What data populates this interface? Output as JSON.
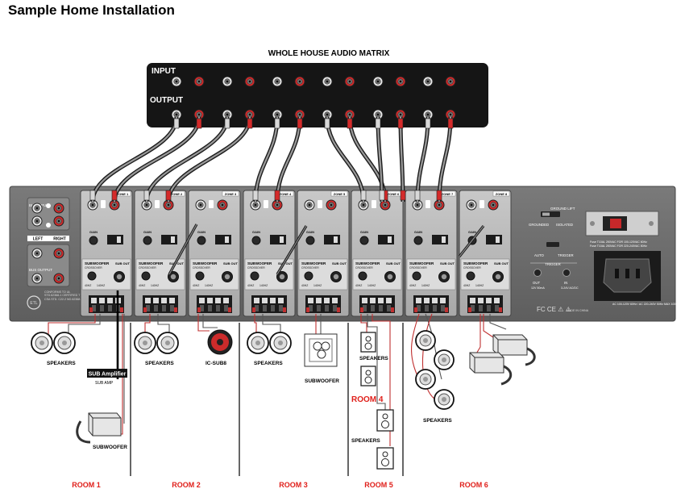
{
  "title": "Sample Home Installation",
  "matrix": {
    "title": "WHOLE HOUSE AUDIO MATRIX",
    "input_label": "INPUT",
    "output_label": "OUTPUT"
  },
  "bus": {
    "bus_input": "BUS INPUT",
    "bus_output": "BUS OUTPUT",
    "left": "LEFT",
    "right": "RIGHT",
    "conforms": "CONFORMS TO UL STD.62368-1 CERTIFIED TO CSA STD. C22.2 NO.62368-1"
  },
  "zone_labels": [
    "ZONE 1",
    "ZONE 2",
    "ZONE 3",
    "ZONE 4",
    "ZONE 5",
    "ZONE 6",
    "ZONE 7",
    "ZONE 8"
  ],
  "zone_text": {
    "gain": "GAIN",
    "subwoofer": "SUBWOOFER",
    "crossover": "CROSSOVER",
    "sub_out": "SUB OUT",
    "hz40": "40HZ",
    "hz140": "140HZ"
  },
  "right_panel": {
    "ground_lift": "GROUND LIFT",
    "grounded": "GROUNDED",
    "isolated": "ISOLATED",
    "auto": "AUTO",
    "trigger": "TRIGGER",
    "out": "OUT",
    "in": "IN",
    "out_spec": "12V 50mA",
    "in_spec": "3-24V AC/DC",
    "fuse1": "Fuse T10AL 250VAC FOR 100-120VAC 60Hz",
    "fuse2": "Fuse T10AL 250VAC FOR 220-240VAC 50Hz",
    "made_in": "MADE IN CHINA",
    "power_spec": "AC 100-120V 60Hz / AC 220-240V 50Hz  MAX 1000W"
  },
  "labels": {
    "speakers": "SPEAKERS",
    "sub_amplifier": "SUB Amplifier",
    "sub_amp": "SUB AMP",
    "subwoofer": "SUBWOOFER",
    "ic_sub8": "IC-SUB8",
    "room4": "ROOM 4"
  },
  "rooms": [
    "ROOM 1",
    "ROOM 2",
    "ROOM 3",
    "ROOM 5",
    "ROOM 6"
  ],
  "colors": {
    "panel": "#6e6e6e",
    "module": "#b5b5b5",
    "rca_red": "#d42a2a",
    "room_red": "#e0201b"
  }
}
